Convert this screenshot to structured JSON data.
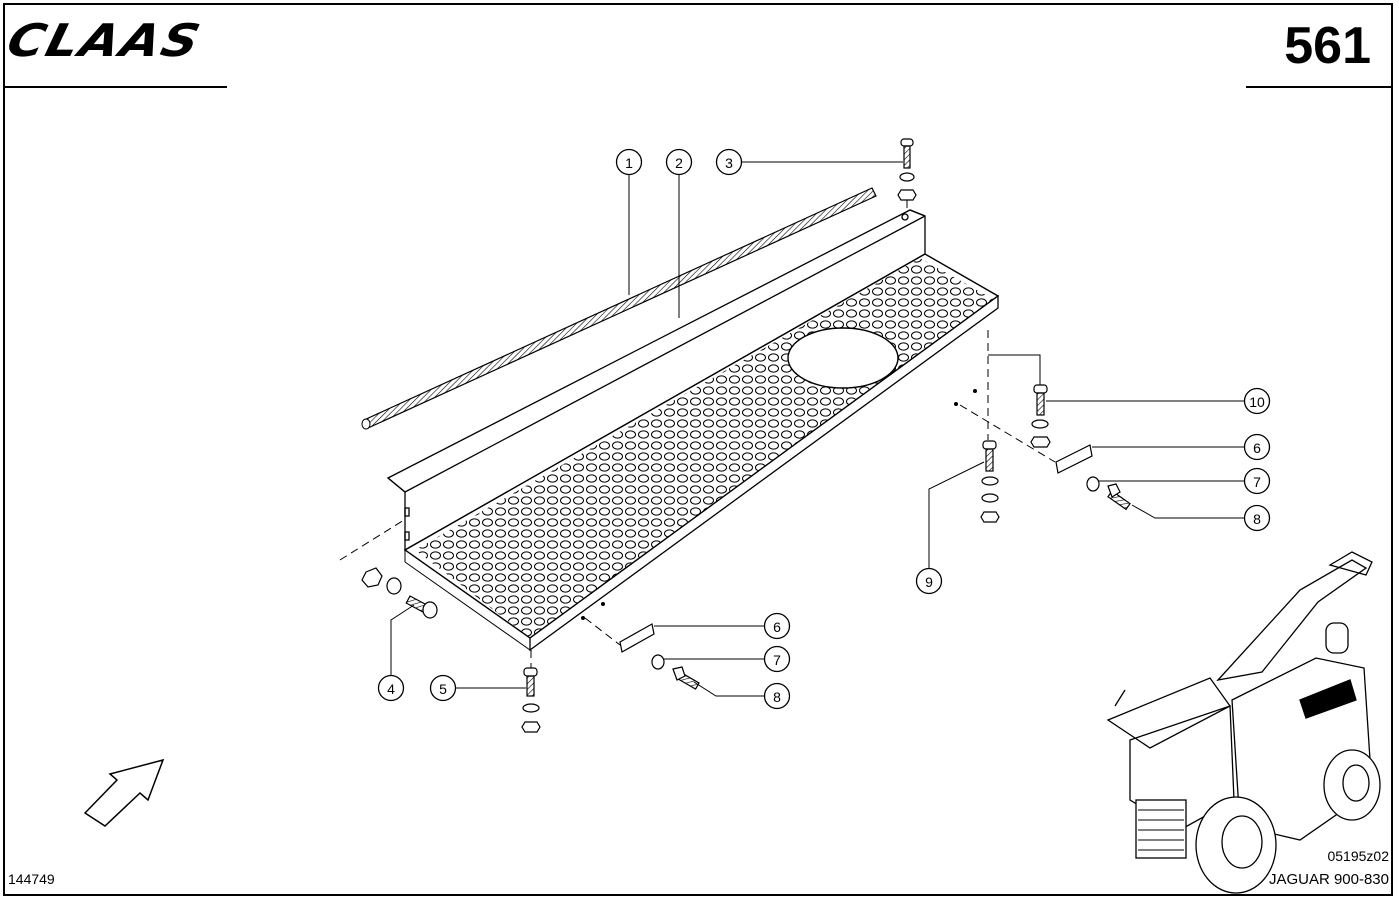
{
  "header": {
    "brand": "CLAAS",
    "page_number": "561"
  },
  "footer": {
    "document_id": "144749",
    "drawing_code": "05195z02",
    "model": "JAGUAR 900-830"
  },
  "callouts": [
    "1",
    "2",
    "3",
    "4",
    "5",
    "6",
    "7",
    "8",
    "9",
    "10",
    "6",
    "7",
    "8"
  ]
}
